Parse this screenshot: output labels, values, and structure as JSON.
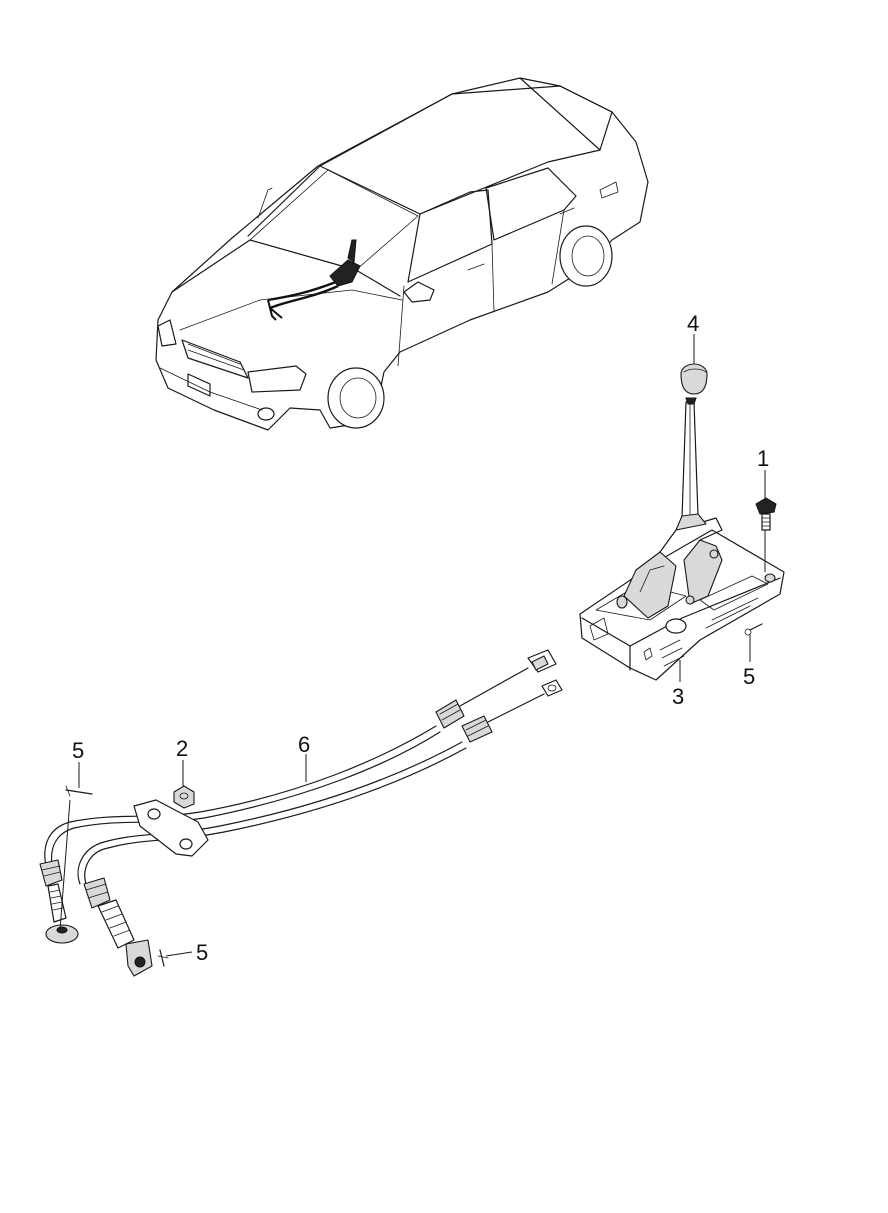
{
  "callouts": [
    {
      "id": "part-1",
      "label": "1"
    },
    {
      "id": "part-2",
      "label": "2"
    },
    {
      "id": "part-3",
      "label": "3"
    },
    {
      "id": "part-4",
      "label": "4"
    },
    {
      "id": "part-5-shifter",
      "label": "5"
    },
    {
      "id": "part-5-cable-top",
      "label": "5"
    },
    {
      "id": "part-5-cable-bottom",
      "label": "5"
    },
    {
      "id": "part-6",
      "label": "6"
    }
  ],
  "colors": {
    "line": "#1a1a1a",
    "background": "#ffffff",
    "part_fill": "#d9d9d9"
  }
}
